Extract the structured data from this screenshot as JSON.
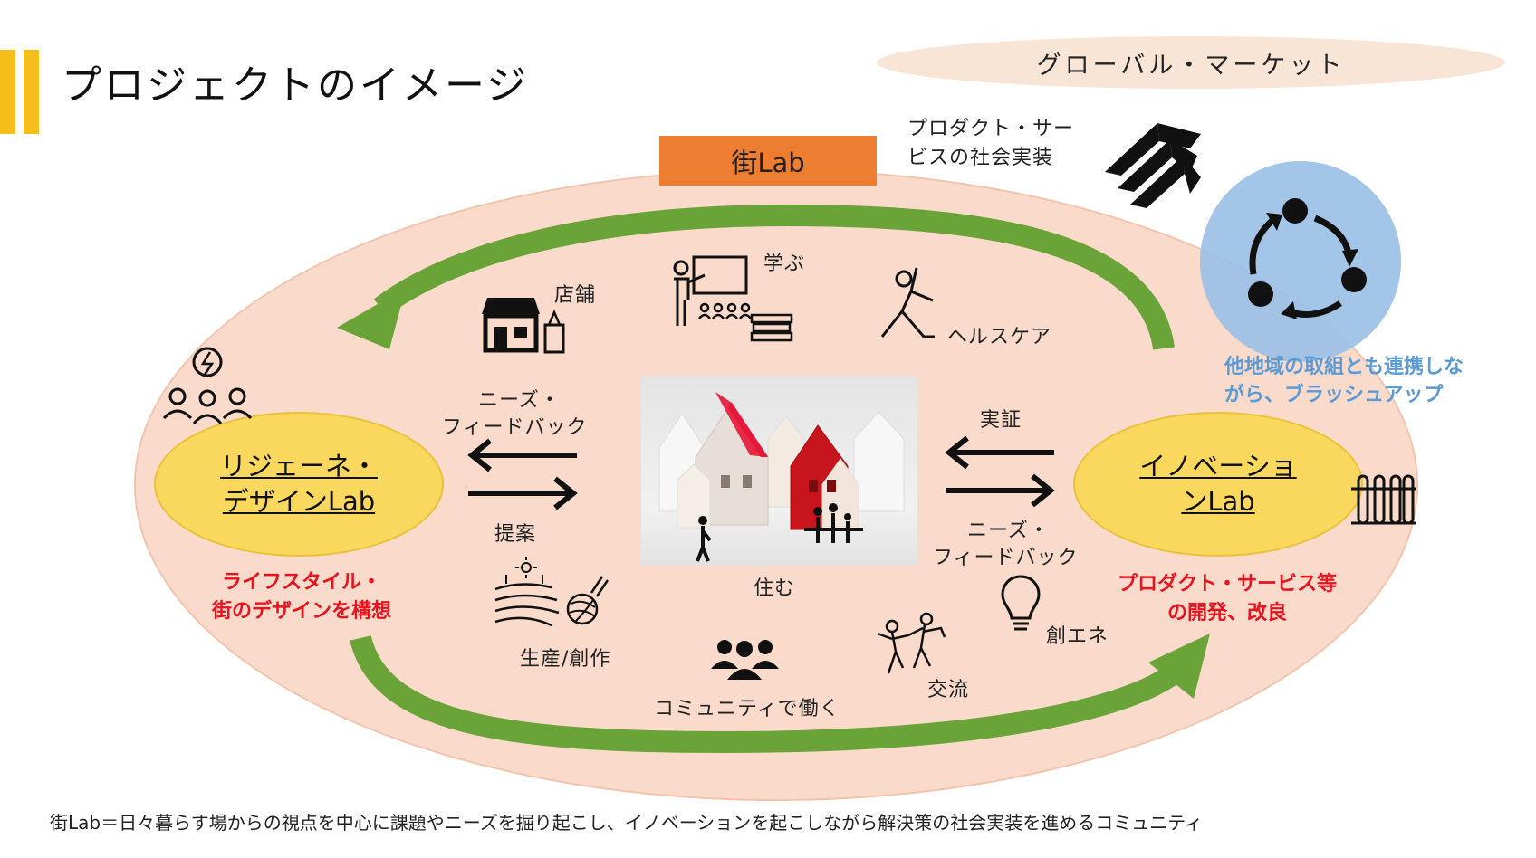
{
  "title": "プロジェクトのイメージ",
  "global_market": "グローバル・マーケット",
  "product_service_label_line1": "プロダクト・サー",
  "product_service_label_line2": "ビスの社会実装",
  "machi_lab": "街Lab",
  "regene_lab": {
    "line1": "リジェーネ・",
    "line2": "デザインLab"
  },
  "innovation_lab": {
    "line1": "イノベーショ",
    "line2": "ンLab"
  },
  "left_arrows": {
    "top": "ニーズ・",
    "top2": "フィードバック",
    "bottom": "提案"
  },
  "right_arrows": {
    "top": "実証",
    "bottom": "ニーズ・",
    "bottom2": "フィードバック"
  },
  "activities": {
    "store": "店舗",
    "learn": "学ぶ",
    "healthcare": "ヘルスケア",
    "live": "住む",
    "produce": "生産/創作",
    "community_work": "コミュニティで働く",
    "exchange": "交流",
    "energy": "創エネ"
  },
  "regene_desc": {
    "line1": "ライフスタイル・",
    "line2": "街のデザインを構想"
  },
  "innovation_desc": {
    "line1": "プロダクト・サービス等",
    "line2": "の開発、改良"
  },
  "collab_desc": {
    "line1": "他地域の取組とも連携しな",
    "line2": "がら、ブラッシュアップ"
  },
  "footnote": "街Lab＝日々暮らす場からの視点を中心に課題やニーズを掘り起こし、イノベーションを起こしながら解決策の社会実装を進めるコミュニティ",
  "colors": {
    "accent_bar": "#f5bf1b",
    "machi_lab_box": "#ed7d31",
    "big_oval": "#f9dacb",
    "lab_ovals": "#fad85e",
    "green_arrows": "#6aa337",
    "red_text": "#e8131f",
    "blue_text": "#5b9bd5",
    "cycle_circle": "#9bc0e6"
  }
}
